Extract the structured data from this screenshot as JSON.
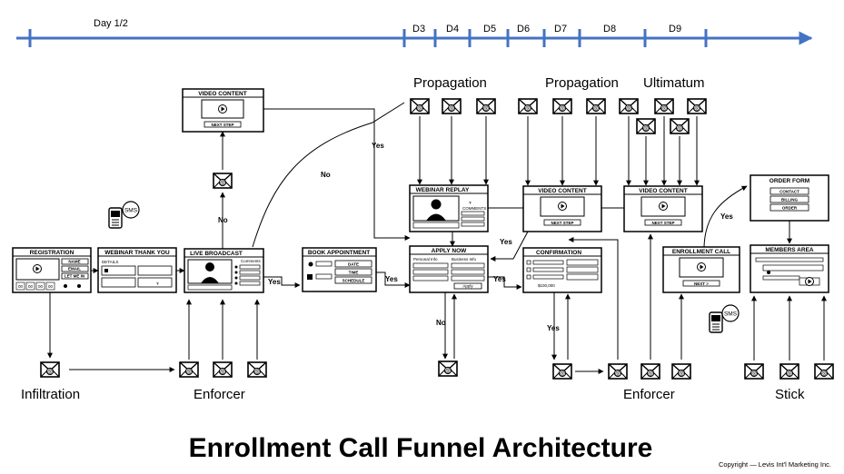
{
  "title": "Enrollment Call Funnel Architecture",
  "copyright": "Copyright — Levis Int'l Marketing Inc.",
  "timeline": {
    "labels": [
      "Day 1/2",
      "D3",
      "D4",
      "D5",
      "D6",
      "D7",
      "D8",
      "D9"
    ],
    "color": "#4472c4"
  },
  "sections": {
    "propagation_1": "Propagation",
    "propagation_2": "Propagation",
    "ultimatum": "Ultimatum",
    "infiltration": "Infiltration",
    "enforcer_1": "Enforcer",
    "enforcer_2": "Enforcer",
    "stick": "Stick"
  },
  "edges": {
    "yes": "Yes",
    "no": "No"
  },
  "boxes": {
    "registration": {
      "title": "REGISTRATION",
      "fields": [
        "NAME",
        "EMAIL",
        "LET ME IN"
      ],
      "counters": [
        "00",
        "00",
        "00",
        "00"
      ]
    },
    "webinar_thank_you": {
      "title": "WEBINAR THANK YOU",
      "details": "DETAILS"
    },
    "video_content_top": {
      "title": "VIDEO CONTENT",
      "button": "NEXT STEP"
    },
    "live_broadcast": {
      "title": "LIVE BROADCAST",
      "comments": "Comments"
    },
    "book_appointment": {
      "title": "BOOK APPOINTMENT",
      "fields": [
        "DATE",
        "TIME",
        "SCHEDULE"
      ]
    },
    "webinar_replay": {
      "title": "WEBINAR REPLAY",
      "question": "?",
      "comments": "COMMENTS"
    },
    "apply_now": {
      "title": "APPLY NOW",
      "col1": "Personal Info",
      "col2": "Business Info",
      "button": "Apply"
    },
    "video_content_2": {
      "title": "VIDEO CONTENT",
      "button": "NEXT STEP"
    },
    "video_content_3": {
      "title": "VIDEO CONTENT",
      "button": "NEXT STEP"
    },
    "confirmation": {
      "title": "CONFIRMATION",
      "amount": "$100,000"
    },
    "enrollment_call": {
      "title": "ENROLLMENT CALL",
      "button": "NEXT >"
    },
    "order_form": {
      "title": "ORDER FORM",
      "fields": [
        "CONTACT",
        "BILLING",
        "ORDER"
      ]
    },
    "members_area": {
      "title": "MEMBERS AREA"
    }
  },
  "sms": "SMS"
}
